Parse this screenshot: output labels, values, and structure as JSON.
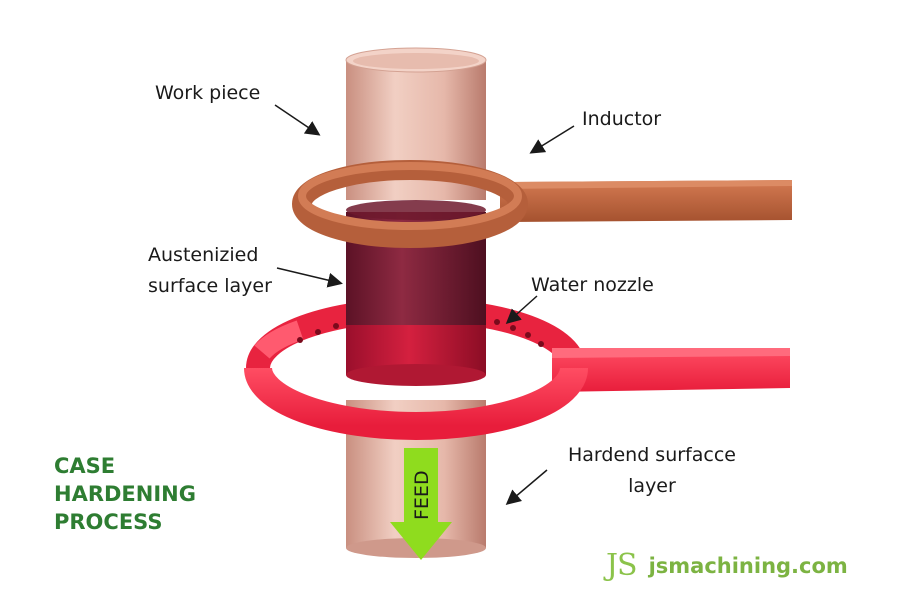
{
  "labels": {
    "work_piece": "Work piece",
    "inductor": "Inductor",
    "austenitized_line1": "Austenizied",
    "austenitized_line2": "surface layer",
    "water_nozzle": "Water nozzle",
    "hardened_line1": "Hardend  surfacce",
    "hardened_line2": "layer",
    "feed": "FEED"
  },
  "title": {
    "line1": "CASE",
    "line2": "HARDENING",
    "line3": "PROCESS"
  },
  "brand": {
    "logo": "JS",
    "url": "jsmachining.com"
  },
  "colors": {
    "workpiece": "#d9a79a",
    "inductor": "#bf6a44",
    "austenitized": "#7a1f35",
    "nozzle": "#f0304a",
    "feed_arrow": "#8fdc1e",
    "title": "#2e7d32",
    "brand": "#7cb342"
  }
}
